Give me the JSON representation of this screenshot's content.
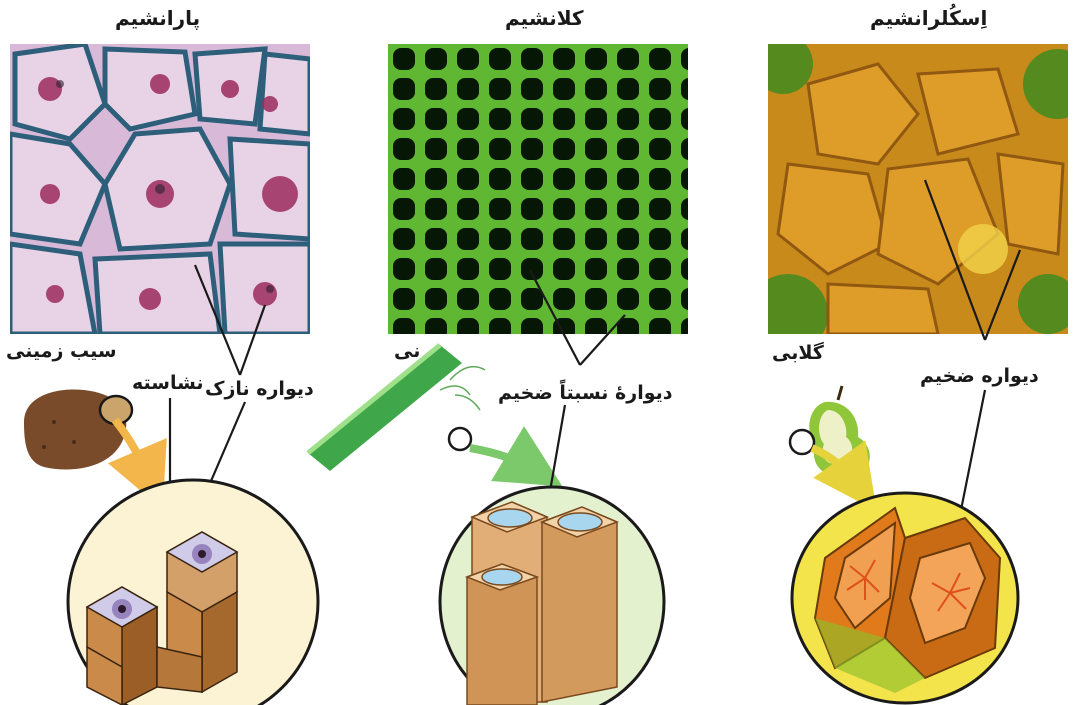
{
  "panels": [
    {
      "title": "پارانشیم",
      "source": "سیب زمینی",
      "wall_label": "دیواره نازک",
      "extra_label": "نشاسته",
      "micro_bg": "#d9b9d8",
      "micro_accent": "#9c2a5c",
      "disk_color": "#fbf3d4"
    },
    {
      "title": "کلانشیم",
      "source": "نی",
      "wall_label": "دیوارهٔ نسبتاً ضخیم",
      "micro_bg": "#071a06",
      "micro_accent": "#7fd83a",
      "disk_color": "#e3f1cf"
    },
    {
      "title": "اِسکُلرانشیم",
      "source": "گلابی",
      "wall_label": "دیواره ضخیم",
      "micro_bg": "#c98a1c",
      "micro_accent": "#7a4a0e",
      "disk_color": "#f4e44c"
    }
  ]
}
